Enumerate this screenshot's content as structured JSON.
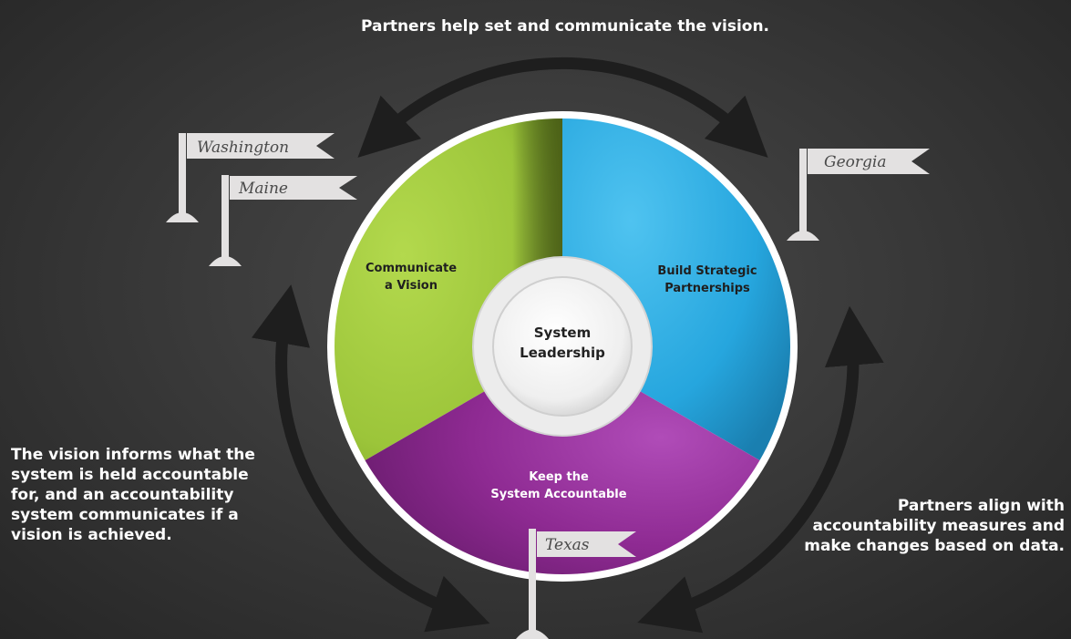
{
  "captions": {
    "top": "Partners help set and communicate the vision.",
    "left": "The vision informs what the system is held accountable for, and an accountability system communicates if a vision is achieved.",
    "right": "Partners align with accountability measures and make changes based on data."
  },
  "center": {
    "line1": "System",
    "line2": "Leadership"
  },
  "segments": [
    {
      "line1": "Communicate",
      "line2": "a Vision",
      "color": "#9dc63a"
    },
    {
      "line1": "Build Strategic",
      "line2": "Partnerships",
      "color": "#29a9e0"
    },
    {
      "line1": "Keep the",
      "line2": "System Accountable",
      "color": "#8e2a92"
    }
  ],
  "flags": {
    "washington": "Washington",
    "maine": "Maine",
    "georgia": "Georgia",
    "texas": "Texas"
  },
  "colors": {
    "background": "#3a3a3a",
    "arrow": "#1e1e1e",
    "flag": "#e3e1e1"
  }
}
